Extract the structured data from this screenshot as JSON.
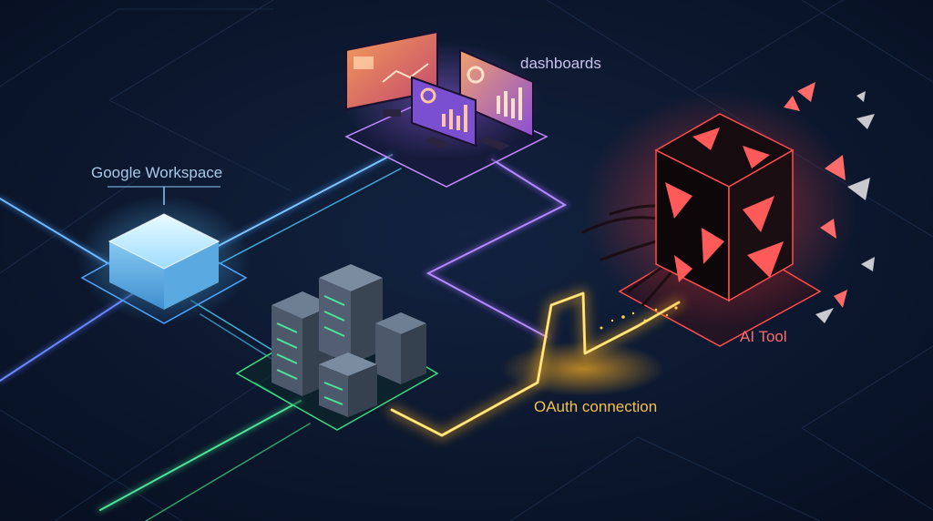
{
  "labels": {
    "google_workspace": "Google Workspace",
    "dashboards": "dashboards",
    "ai_tool": "AI Tool",
    "oauth_connection": "OAuth connection"
  },
  "icons": {
    "google_workspace": "glowing-cube-icon",
    "dashboards": "monitor-dashboards-icon",
    "servers": "server-rack-icon",
    "ai_tool": "shattered-cube-icon"
  },
  "colors": {
    "background": "#0a1428",
    "workspace_link": "#4da3ff",
    "server_link": "#3ddc84",
    "dashboard_link": "#a06bff",
    "oauth": "#ffc83d",
    "ai_tool": "#ff4d4d"
  }
}
